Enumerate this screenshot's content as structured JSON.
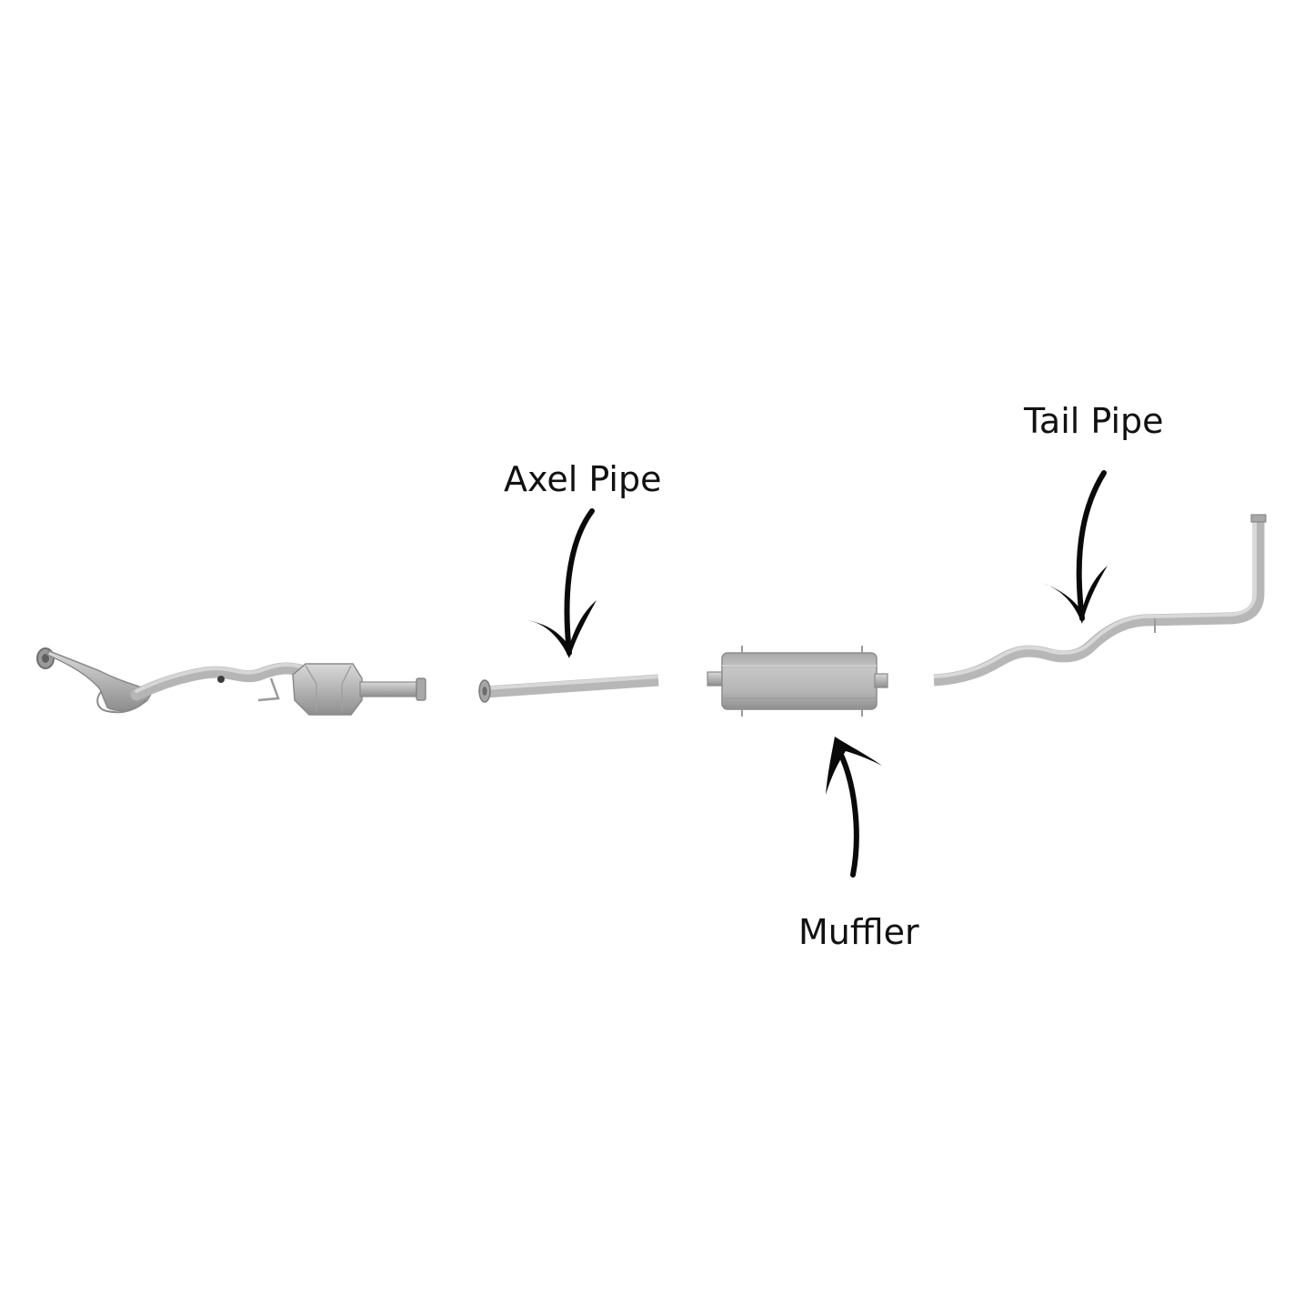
{
  "labels": {
    "axel_pipe": "Axel Pipe",
    "tail_pipe": "Tail Pipe",
    "muffler": "Muffler"
  },
  "colors": {
    "background": "#ffffff",
    "metal": "#b3b3b3",
    "metal_dark": "#8c8c8c",
    "metal_light": "#d4d4d4",
    "arrow": "#0a0a0a",
    "text": "#111111"
  },
  "components": [
    "front-pipe-with-catalytic-converter",
    "axel-pipe",
    "muffler",
    "tail-pipe"
  ]
}
